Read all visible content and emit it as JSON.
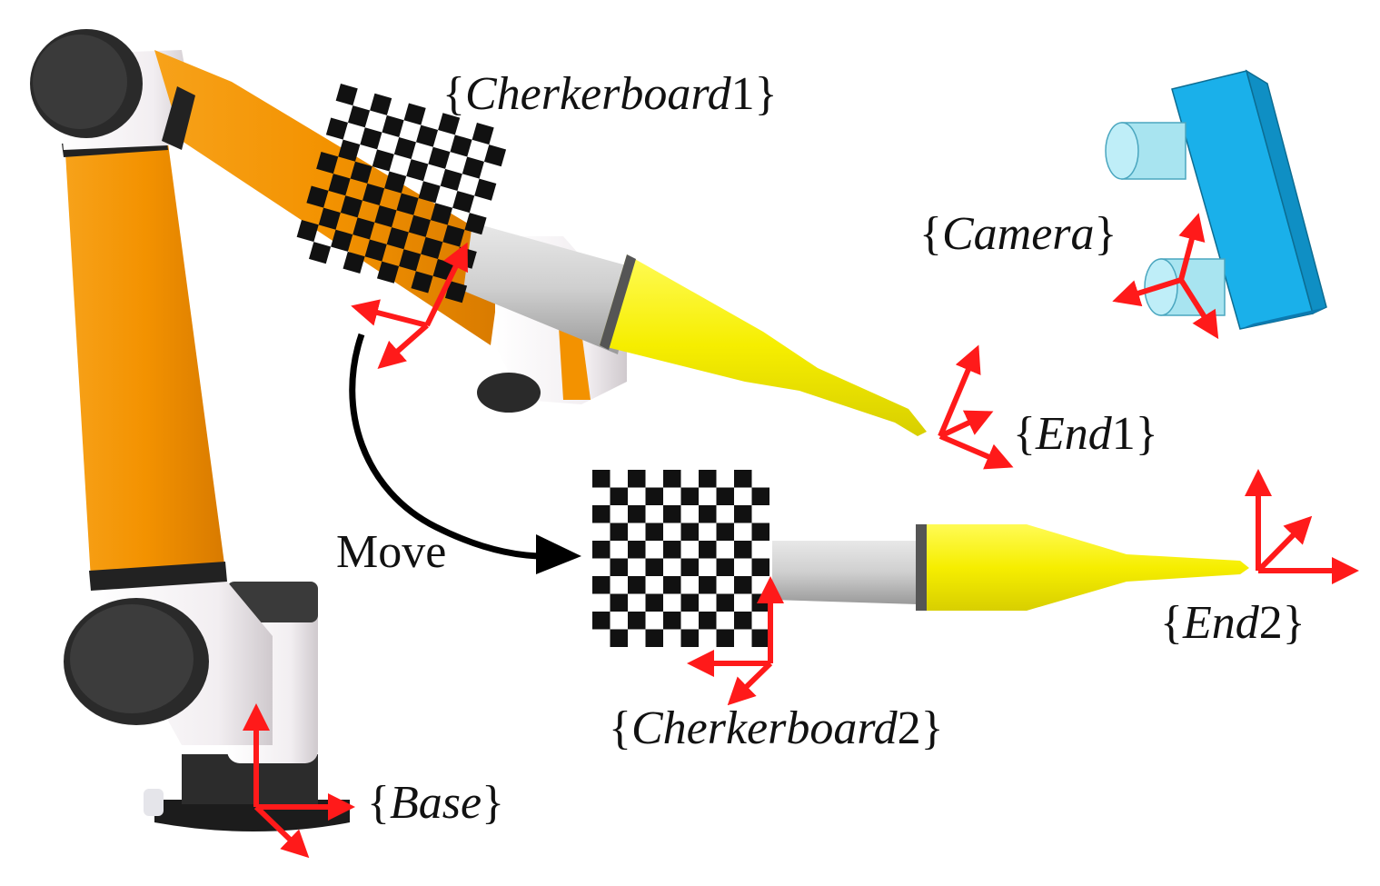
{
  "labels": {
    "checkerboard1": {
      "prefix": "{",
      "italic": "Cherkerboard",
      "number": "1",
      "suffix": "}"
    },
    "camera": {
      "prefix": "{",
      "italic": "Camera",
      "number": "",
      "suffix": "}"
    },
    "end1": {
      "prefix": "{",
      "italic": "End",
      "number": "1",
      "suffix": "}"
    },
    "move": "Move",
    "end2": {
      "prefix": "{",
      "italic": "End",
      "number": "2",
      "suffix": "}"
    },
    "checkerboard2": {
      "prefix": "{",
      "italic": "Cherkerboard",
      "number": "2",
      "suffix": "}"
    },
    "base": {
      "prefix": "{",
      "italic": "Base",
      "number": "",
      "suffix": "}"
    }
  },
  "colors": {
    "arm_orange": "#f39200",
    "joint_white": "#f4f0f2",
    "cap_black": "#2a2a2a",
    "tool_yellow": "#f6ee00",
    "flange_gray": "#c8c8c8",
    "camera_blue": "#1ab0ea",
    "lens_cyan": "#a8e4f0",
    "axis_red": "#ff1a1a",
    "arrow_black": "#000000"
  }
}
